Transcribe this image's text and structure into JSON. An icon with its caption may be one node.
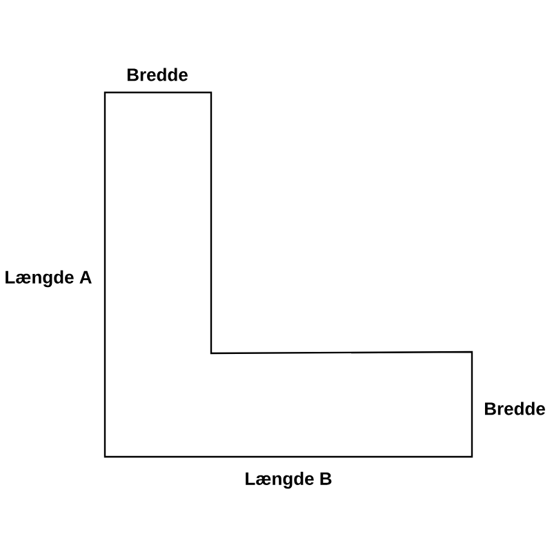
{
  "diagram": {
    "labels": [
      "Bredde",
      "Længde A",
      "Bredde",
      "Længde B"
    ]
  }
}
